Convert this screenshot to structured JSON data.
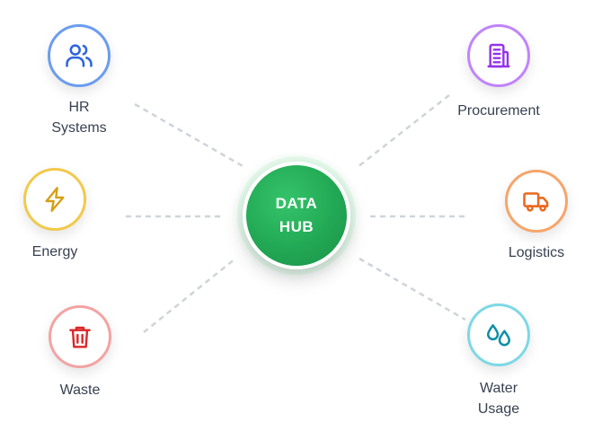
{
  "hub": {
    "label_line1": "DATA",
    "label_line2": "HUB",
    "color": "#22a854"
  },
  "connector_color": "#cfd3da",
  "nodes": [
    {
      "id": "hr",
      "lines": [
        "HR",
        "Systems"
      ],
      "icon": "users-icon",
      "ring_color": "#6b9cf0",
      "icon_color": "#2f64e0"
    },
    {
      "id": "procurement",
      "lines": [
        "Procurement"
      ],
      "icon": "building-icon",
      "ring_color": "#c084fc",
      "icon_color": "#9333ea"
    },
    {
      "id": "energy",
      "lines": [
        "Energy"
      ],
      "icon": "lightning-bolt-icon",
      "ring_color": "#f2c94c",
      "icon_color": "#d4a017"
    },
    {
      "id": "logistics",
      "lines": [
        "Logistics"
      ],
      "icon": "truck-icon",
      "ring_color": "#f6a56b",
      "icon_color": "#ea6a1f"
    },
    {
      "id": "waste",
      "lines": [
        "Waste"
      ],
      "icon": "trash-can-icon",
      "ring_color": "#f3a3a3",
      "icon_color": "#dc2626"
    },
    {
      "id": "water",
      "lines": [
        "Water",
        "Usage"
      ],
      "icon": "water-drops-icon",
      "ring_color": "#7dd8e6",
      "icon_color": "#0e8fa6"
    }
  ]
}
